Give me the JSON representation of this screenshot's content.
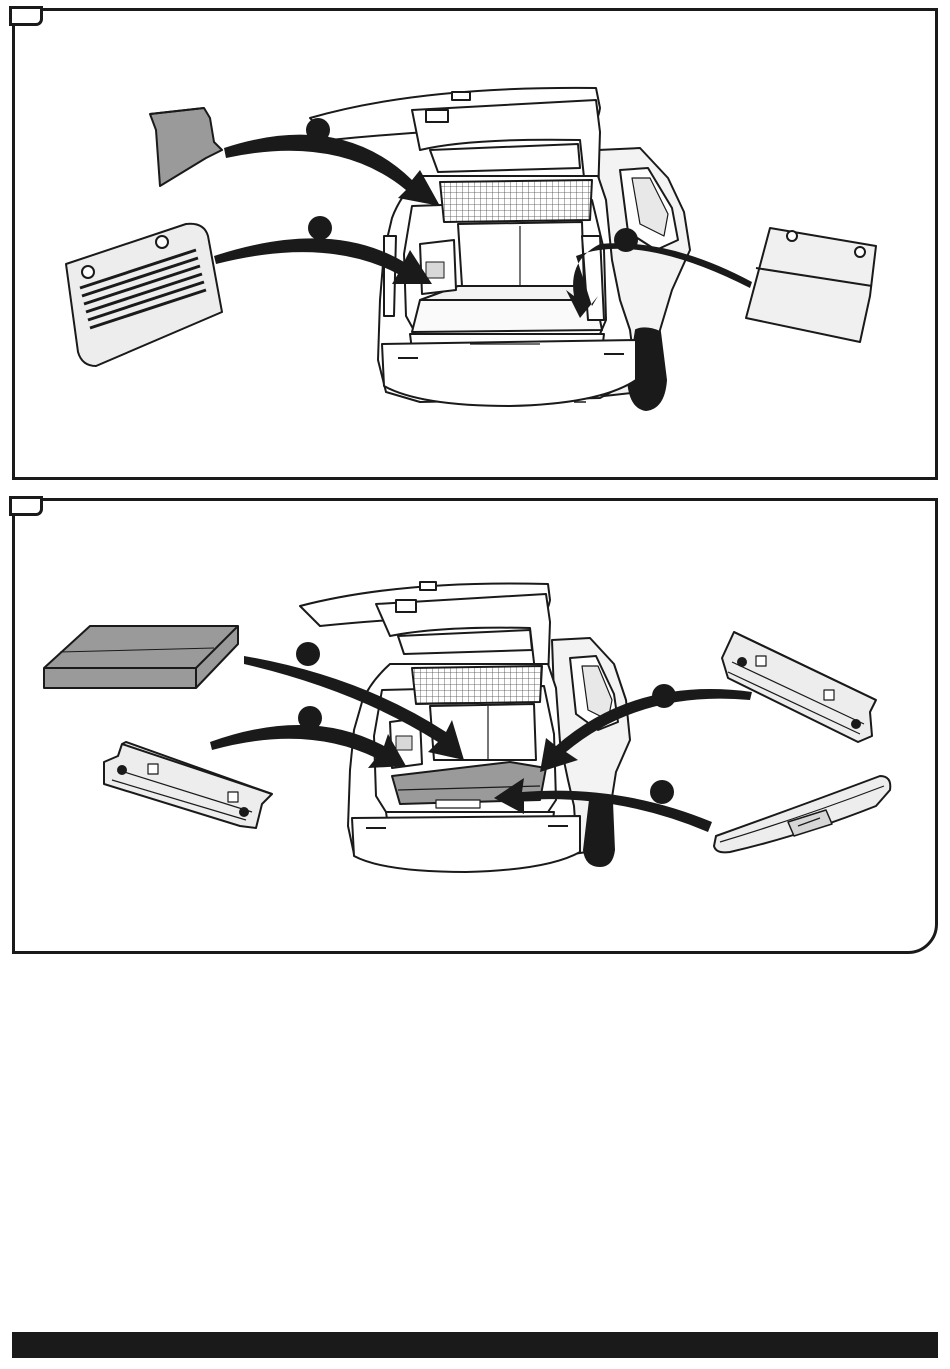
{
  "panels": [
    {
      "tab_label": "",
      "callouts": [
        "",
        "",
        ""
      ],
      "parts": [
        "corner-trim-panel",
        "vented-side-cover",
        "screw-side-cover"
      ]
    },
    {
      "tab_label": "",
      "callouts": [
        "",
        "",
        "",
        ""
      ],
      "parts": [
        "floor-board",
        "left-rail-bracket",
        "right-rail-bracket",
        "bumper-sill-trim"
      ]
    }
  ],
  "colors": {
    "line": "#1a1a1a",
    "part_fill": "#ededed",
    "shade": "#9a9a9a",
    "dark_shade": "#6f6f6f"
  }
}
